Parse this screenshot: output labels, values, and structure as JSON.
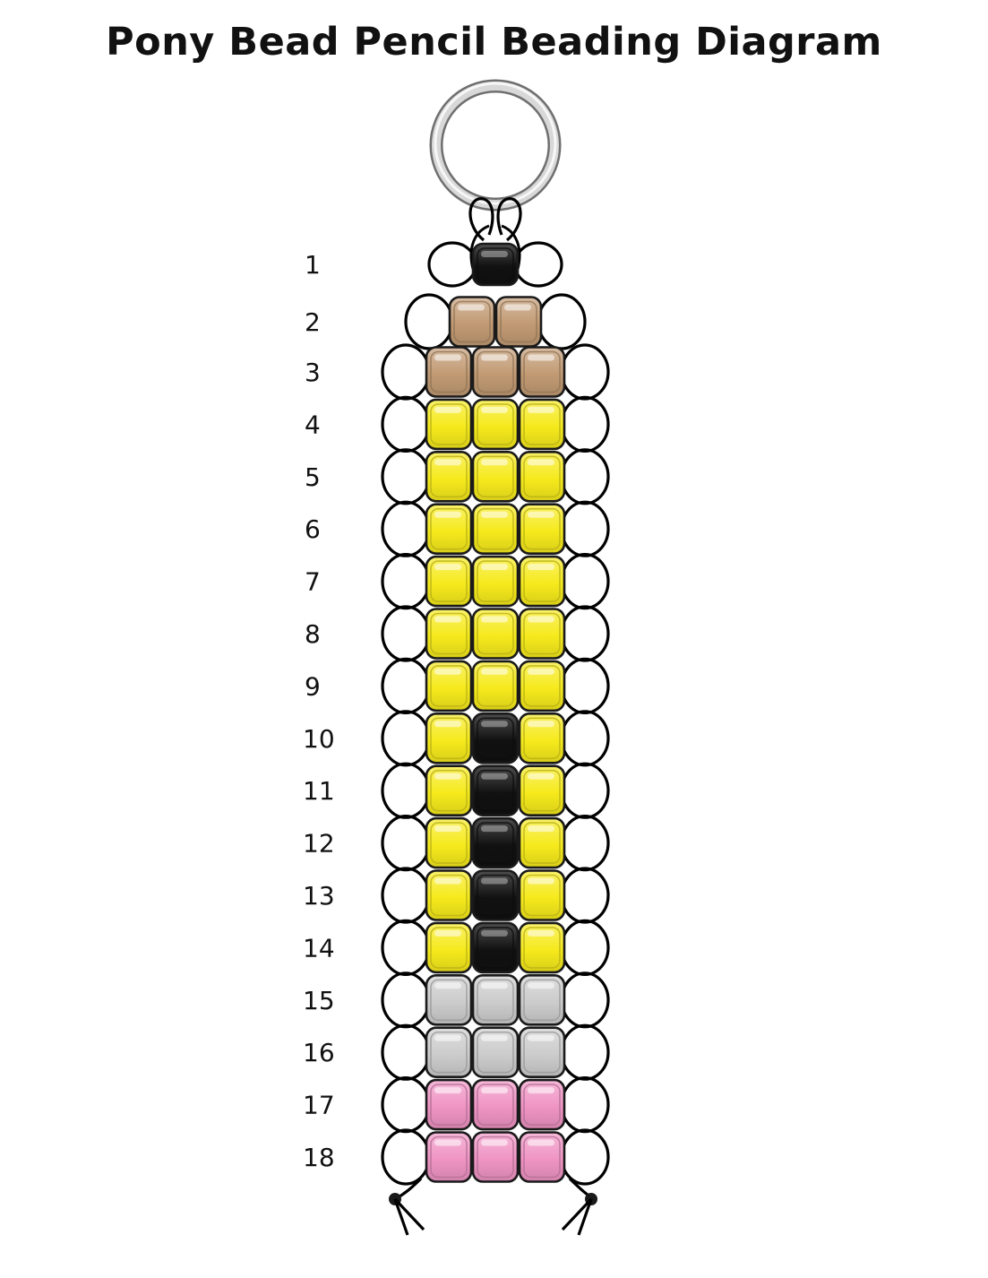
{
  "title": "Pony Bead Pencil Beading Diagram",
  "colors": {
    "black": "#111111",
    "tan": "#c19a73",
    "yellow": "#f6ea1c",
    "silver": "#cccccc",
    "pink": "#ef94c4",
    "cord": "#000000",
    "ring": "#bbbbbb"
  },
  "rows": [
    {
      "label": "1",
      "beads": [
        "black"
      ]
    },
    {
      "label": "2",
      "beads": [
        "tan",
        "tan"
      ]
    },
    {
      "label": "3",
      "beads": [
        "tan",
        "tan",
        "tan"
      ]
    },
    {
      "label": "4",
      "beads": [
        "yellow",
        "yellow",
        "yellow"
      ]
    },
    {
      "label": "5",
      "beads": [
        "yellow",
        "yellow",
        "yellow"
      ]
    },
    {
      "label": "6",
      "beads": [
        "yellow",
        "yellow",
        "yellow"
      ]
    },
    {
      "label": "7",
      "beads": [
        "yellow",
        "yellow",
        "yellow"
      ]
    },
    {
      "label": "8",
      "beads": [
        "yellow",
        "yellow",
        "yellow"
      ]
    },
    {
      "label": "9",
      "beads": [
        "yellow",
        "yellow",
        "yellow"
      ]
    },
    {
      "label": "10",
      "beads": [
        "yellow",
        "black",
        "yellow"
      ]
    },
    {
      "label": "11",
      "beads": [
        "yellow",
        "black",
        "yellow"
      ]
    },
    {
      "label": "12",
      "beads": [
        "yellow",
        "black",
        "yellow"
      ]
    },
    {
      "label": "13",
      "beads": [
        "yellow",
        "black",
        "yellow"
      ]
    },
    {
      "label": "14",
      "beads": [
        "yellow",
        "black",
        "yellow"
      ]
    },
    {
      "label": "15",
      "beads": [
        "silver",
        "silver",
        "silver"
      ]
    },
    {
      "label": "16",
      "beads": [
        "silver",
        "silver",
        "silver"
      ]
    },
    {
      "label": "17",
      "beads": [
        "pink",
        "pink",
        "pink"
      ]
    },
    {
      "label": "18",
      "beads": [
        "pink",
        "pink",
        "pink"
      ]
    }
  ]
}
